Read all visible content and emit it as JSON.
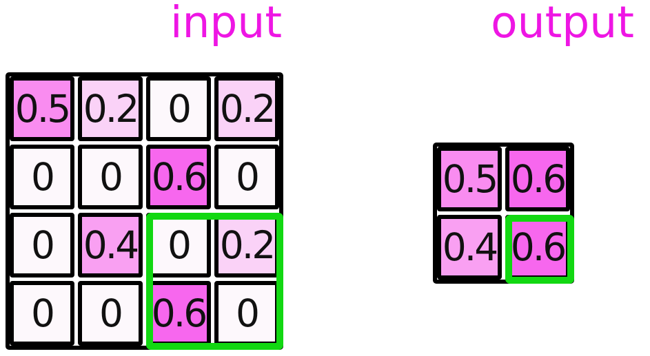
{
  "diagram": {
    "input": {
      "title": "input",
      "rows": [
        [
          "0.5",
          "0.2",
          "0",
          "0.2"
        ],
        [
          "0",
          "0",
          "0.6",
          "0"
        ],
        [
          "0",
          "0.4",
          "0",
          "0.2"
        ],
        [
          "0",
          "0",
          "0.6",
          "0"
        ]
      ],
      "highlight_window": {
        "row_start": 3,
        "row_end": 4,
        "col_start": 3,
        "col_end": 4
      }
    },
    "output": {
      "title": "output",
      "rows": [
        [
          "0.5",
          "0.6"
        ],
        [
          "0.4",
          "0.6"
        ]
      ],
      "highlight_window": {
        "row_start": 2,
        "row_end": 2,
        "col_start": 2,
        "col_end": 2
      }
    },
    "colors": {
      "title_text": "#ee16e4",
      "cell_border": "#000000",
      "cell_text": "#111111",
      "highlight_border": "#12d812",
      "background": "#ffffff",
      "value_fill": {
        "0": "#fdf8fc",
        "0.2": "#fad2f7",
        "0.4": "#f9a0f2",
        "0.5": "#f98cf0",
        "0.6": "#f767ee"
      }
    }
  },
  "chart_data": [
    {
      "type": "heatmap",
      "title": "input",
      "matrix": [
        [
          0.5,
          0.2,
          0,
          0.2
        ],
        [
          0,
          0,
          0.6,
          0
        ],
        [
          0,
          0.4,
          0,
          0.2
        ],
        [
          0,
          0,
          0.6,
          0
        ]
      ],
      "highlight_region": {
        "row_start": 3,
        "row_end": 4,
        "col_start": 3,
        "col_end": 4
      },
      "colormap": "white-to-magenta"
    },
    {
      "type": "heatmap",
      "title": "output",
      "matrix": [
        [
          0.5,
          0.6
        ],
        [
          0.4,
          0.6
        ]
      ],
      "highlight_region": {
        "row_start": 2,
        "row_end": 2,
        "col_start": 2,
        "col_end": 2
      },
      "colormap": "white-to-magenta"
    }
  ]
}
